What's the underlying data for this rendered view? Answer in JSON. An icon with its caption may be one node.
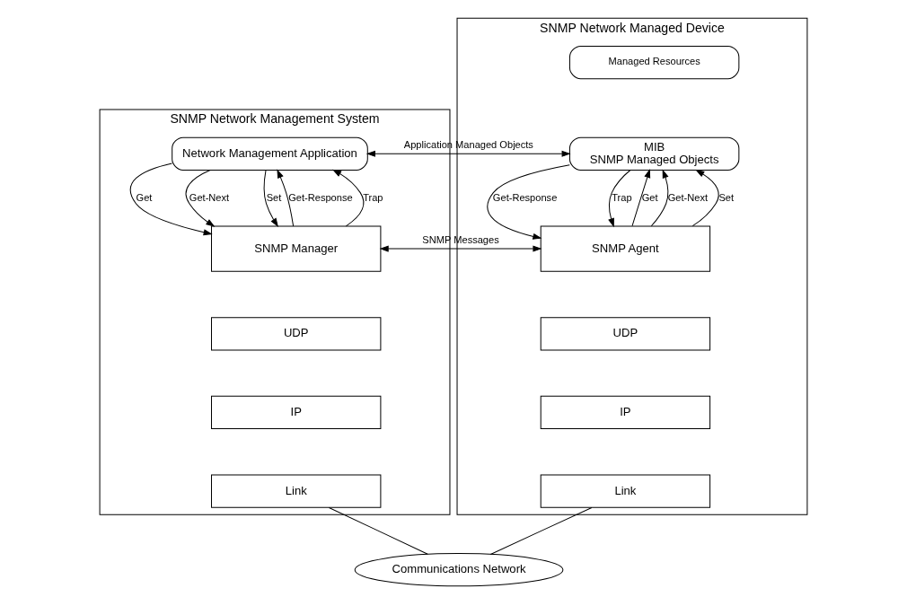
{
  "diagram": {
    "nodes": [
      {
        "text": [
          "SNMP Network Management System"
        ]
      },
      {
        "text": [
          "Network Management Application"
        ],
        "in": 0
      },
      {
        "text": [
          "SNMP Manager"
        ],
        "in": 0
      },
      {
        "text": [
          "UDP"
        ],
        "in": 0
      },
      {
        "text": [
          "IP"
        ],
        "in": 0
      },
      {
        "text": [
          "Link"
        ],
        "in": 0
      },
      {
        "text": [
          "SNMP Network Managed Device"
        ]
      },
      {
        "text": [
          "Managed Resources"
        ],
        "in": 6
      },
      {
        "text": [
          "MIB",
          "SNMP Managed Objects"
        ],
        "in": 6
      },
      {
        "text": [
          "SNMP Agent"
        ],
        "in": 6
      },
      {
        "text": [
          "UDP"
        ],
        "in": 6
      },
      {
        "text": [
          "IP"
        ],
        "in": 6
      },
      {
        "text": [
          "Link"
        ],
        "in": 6
      },
      {
        "text": [
          "Communications Network"
        ]
      }
    ],
    "edges": [
      {
        "from": 1,
        "to": 8,
        "arrow": "both",
        "label": "Application Managed Objects"
      },
      {
        "from": 1,
        "to": 2,
        "arrow": "to",
        "label": "Get"
      },
      {
        "from": 1,
        "to": 2,
        "arrow": "to",
        "label": "Get-Next"
      },
      {
        "from": 1,
        "to": 2,
        "arrow": "to",
        "label": "Set"
      },
      {
        "from": 2,
        "to": 1,
        "arrow": "to",
        "label": "Get-Response"
      },
      {
        "from": 2,
        "to": 1,
        "arrow": "to",
        "label": "Trap"
      },
      {
        "from": 9,
        "to": 8,
        "arrow": "to",
        "label": "Get"
      },
      {
        "from": 9,
        "to": 8,
        "arrow": "to",
        "label": "Get-Next"
      },
      {
        "from": 9,
        "to": 8,
        "arrow": "to",
        "label": "Set"
      },
      {
        "from": 8,
        "to": 9,
        "arrow": "to",
        "label": "Get-Response"
      },
      {
        "from": 8,
        "to": 9,
        "arrow": "to",
        "label": "Trap"
      },
      {
        "from": 2,
        "to": 9,
        "arrow": "both",
        "label": "SNMP Messages"
      },
      {
        "from": 5,
        "to": 13,
        "arrow": "none"
      },
      {
        "from": 12,
        "to": 13,
        "arrow": "none"
      }
    ]
  }
}
